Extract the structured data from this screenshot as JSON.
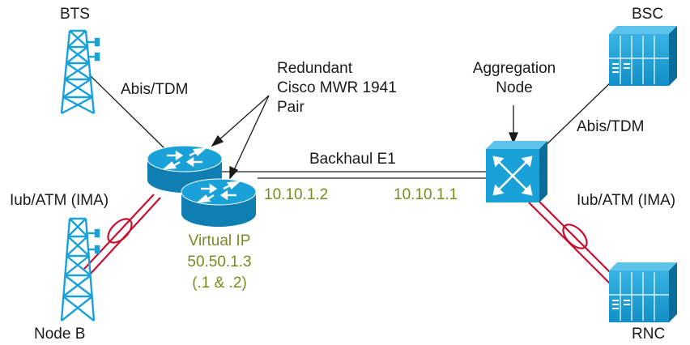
{
  "labels": {
    "bts": "BTS",
    "node_b": "Node B",
    "bsc": "BSC",
    "rnc": "RNC",
    "abis_left": "Abis/TDM",
    "abis_right": "Abis/TDM",
    "iub_left": "Iub/ATM (IMA)",
    "iub_right": "Iub/ATM (IMA)",
    "redundant_line1": "Redundant",
    "redundant_line2": "Cisco MWR 1941",
    "redundant_line3": "Pair",
    "aggregation_line1": "Aggregation",
    "aggregation_line2": "Node",
    "backhaul": "Backhaul E1",
    "ip_router": "10.10.1.2",
    "ip_aggregation": "10.10.1.1",
    "virtual_ip_line1": "Virtual IP",
    "virtual_ip_line2": "50.50.1.3",
    "virtual_ip_line3": "(.1 & .2)"
  },
  "colors": {
    "device_blue": "#1aa1d8",
    "device_dark": "#0d6d9a",
    "device_top": "#5cc3ea",
    "link_red": "#c8102e",
    "line": "#1a1a1a",
    "olive_text": "#7a8a1e"
  },
  "icons": [
    "cell-tower-icon",
    "router-icon",
    "atm-switch-icon",
    "server-rack-icon"
  ]
}
